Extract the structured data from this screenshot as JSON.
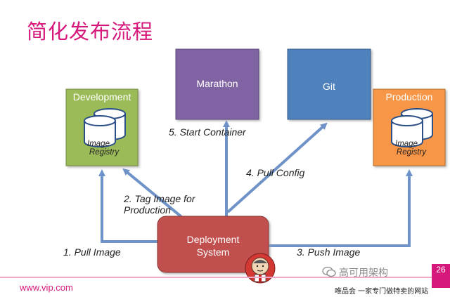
{
  "title": "简化发布流程",
  "boxes": {
    "marathon": {
      "label": "Marathon",
      "color": "#8064a2"
    },
    "git": {
      "label": "Git",
      "color": "#4f81bd"
    },
    "development": {
      "label": "Development",
      "color": "#9bbb59"
    },
    "production": {
      "label": "Production",
      "color": "#f79646"
    },
    "deployment": {
      "label_line1": "Deployment",
      "label_line2": "System",
      "color": "#c0504d"
    }
  },
  "registry": {
    "line1": "Image",
    "line2": "Registry"
  },
  "steps": {
    "pull_image": "1. Pull Image",
    "tag_image_1": "2. Tag Image for",
    "tag_image_2": "Production",
    "push_image": "3. Push Image",
    "pull_config": "4. Pull Config",
    "start_container": "5. Start Container"
  },
  "footer": {
    "url": "www.vip.com",
    "slogan": "唯品会 一家专门做特卖的网站",
    "watermark": "高可用架构",
    "page_number": "26"
  },
  "colors": {
    "accent": "#d6177c",
    "arrow": "#6f93c8"
  }
}
